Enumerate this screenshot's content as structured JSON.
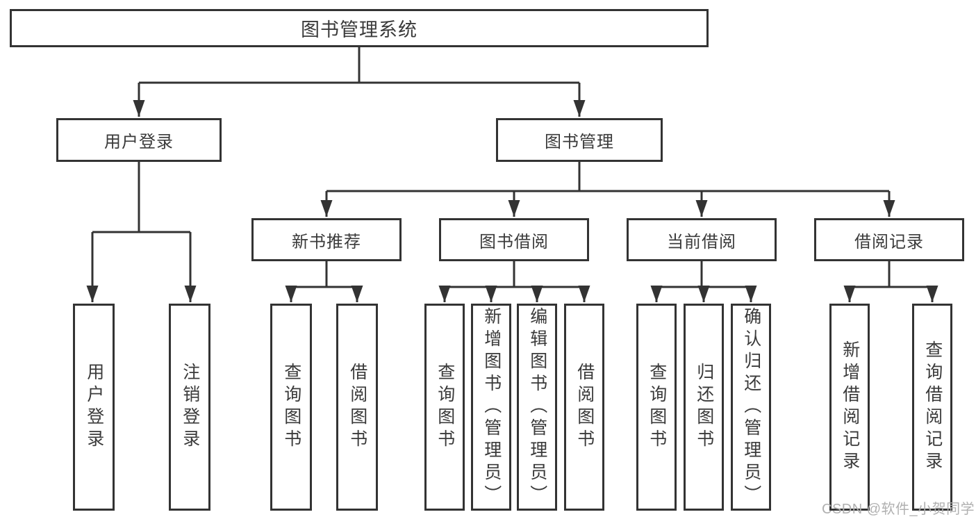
{
  "diagram": {
    "type": "hierarchy-tree",
    "colors": {
      "line": "#333333",
      "text": "#3a3a3a",
      "background": "#ffffff",
      "watermark": "#b0b0b0"
    },
    "nodes": {
      "root": "图书管理系统",
      "login": "用户登录",
      "mgmt": "图书管理",
      "rec": "新书推荐",
      "borrow": "图书借阅",
      "current": "当前借阅",
      "records": "借阅记录",
      "leaves": {
        "login_user": "用户登录",
        "login_logout": "注销登录",
        "rec_query": "查询图书",
        "rec_borrow": "借阅图书",
        "borrow_query": "查询图书",
        "borrow_add": "新增图书（管理员）",
        "borrow_edit": "编辑图书（管理员）",
        "borrow_borrow": "借阅图书",
        "current_query": "查询图书",
        "current_return": "归还图书",
        "current_confirm": "确认归还（管理员）",
        "records_add": "新增借阅记录",
        "records_query": "查询借阅记录"
      }
    },
    "hierarchy": {
      "图书管理系统": {
        "用户登录": [
          "用户登录",
          "注销登录"
        ],
        "图书管理": {
          "新书推荐": [
            "查询图书",
            "借阅图书"
          ],
          "图书借阅": [
            "查询图书",
            "新增图书（管理员）",
            "编辑图书（管理员）",
            "借阅图书"
          ],
          "当前借阅": [
            "查询图书",
            "归还图书",
            "确认归还（管理员）"
          ],
          "借阅记录": [
            "新增借阅记录",
            "查询借阅记录"
          ]
        }
      }
    }
  },
  "watermark": "CSDN @软件_小贺同学"
}
